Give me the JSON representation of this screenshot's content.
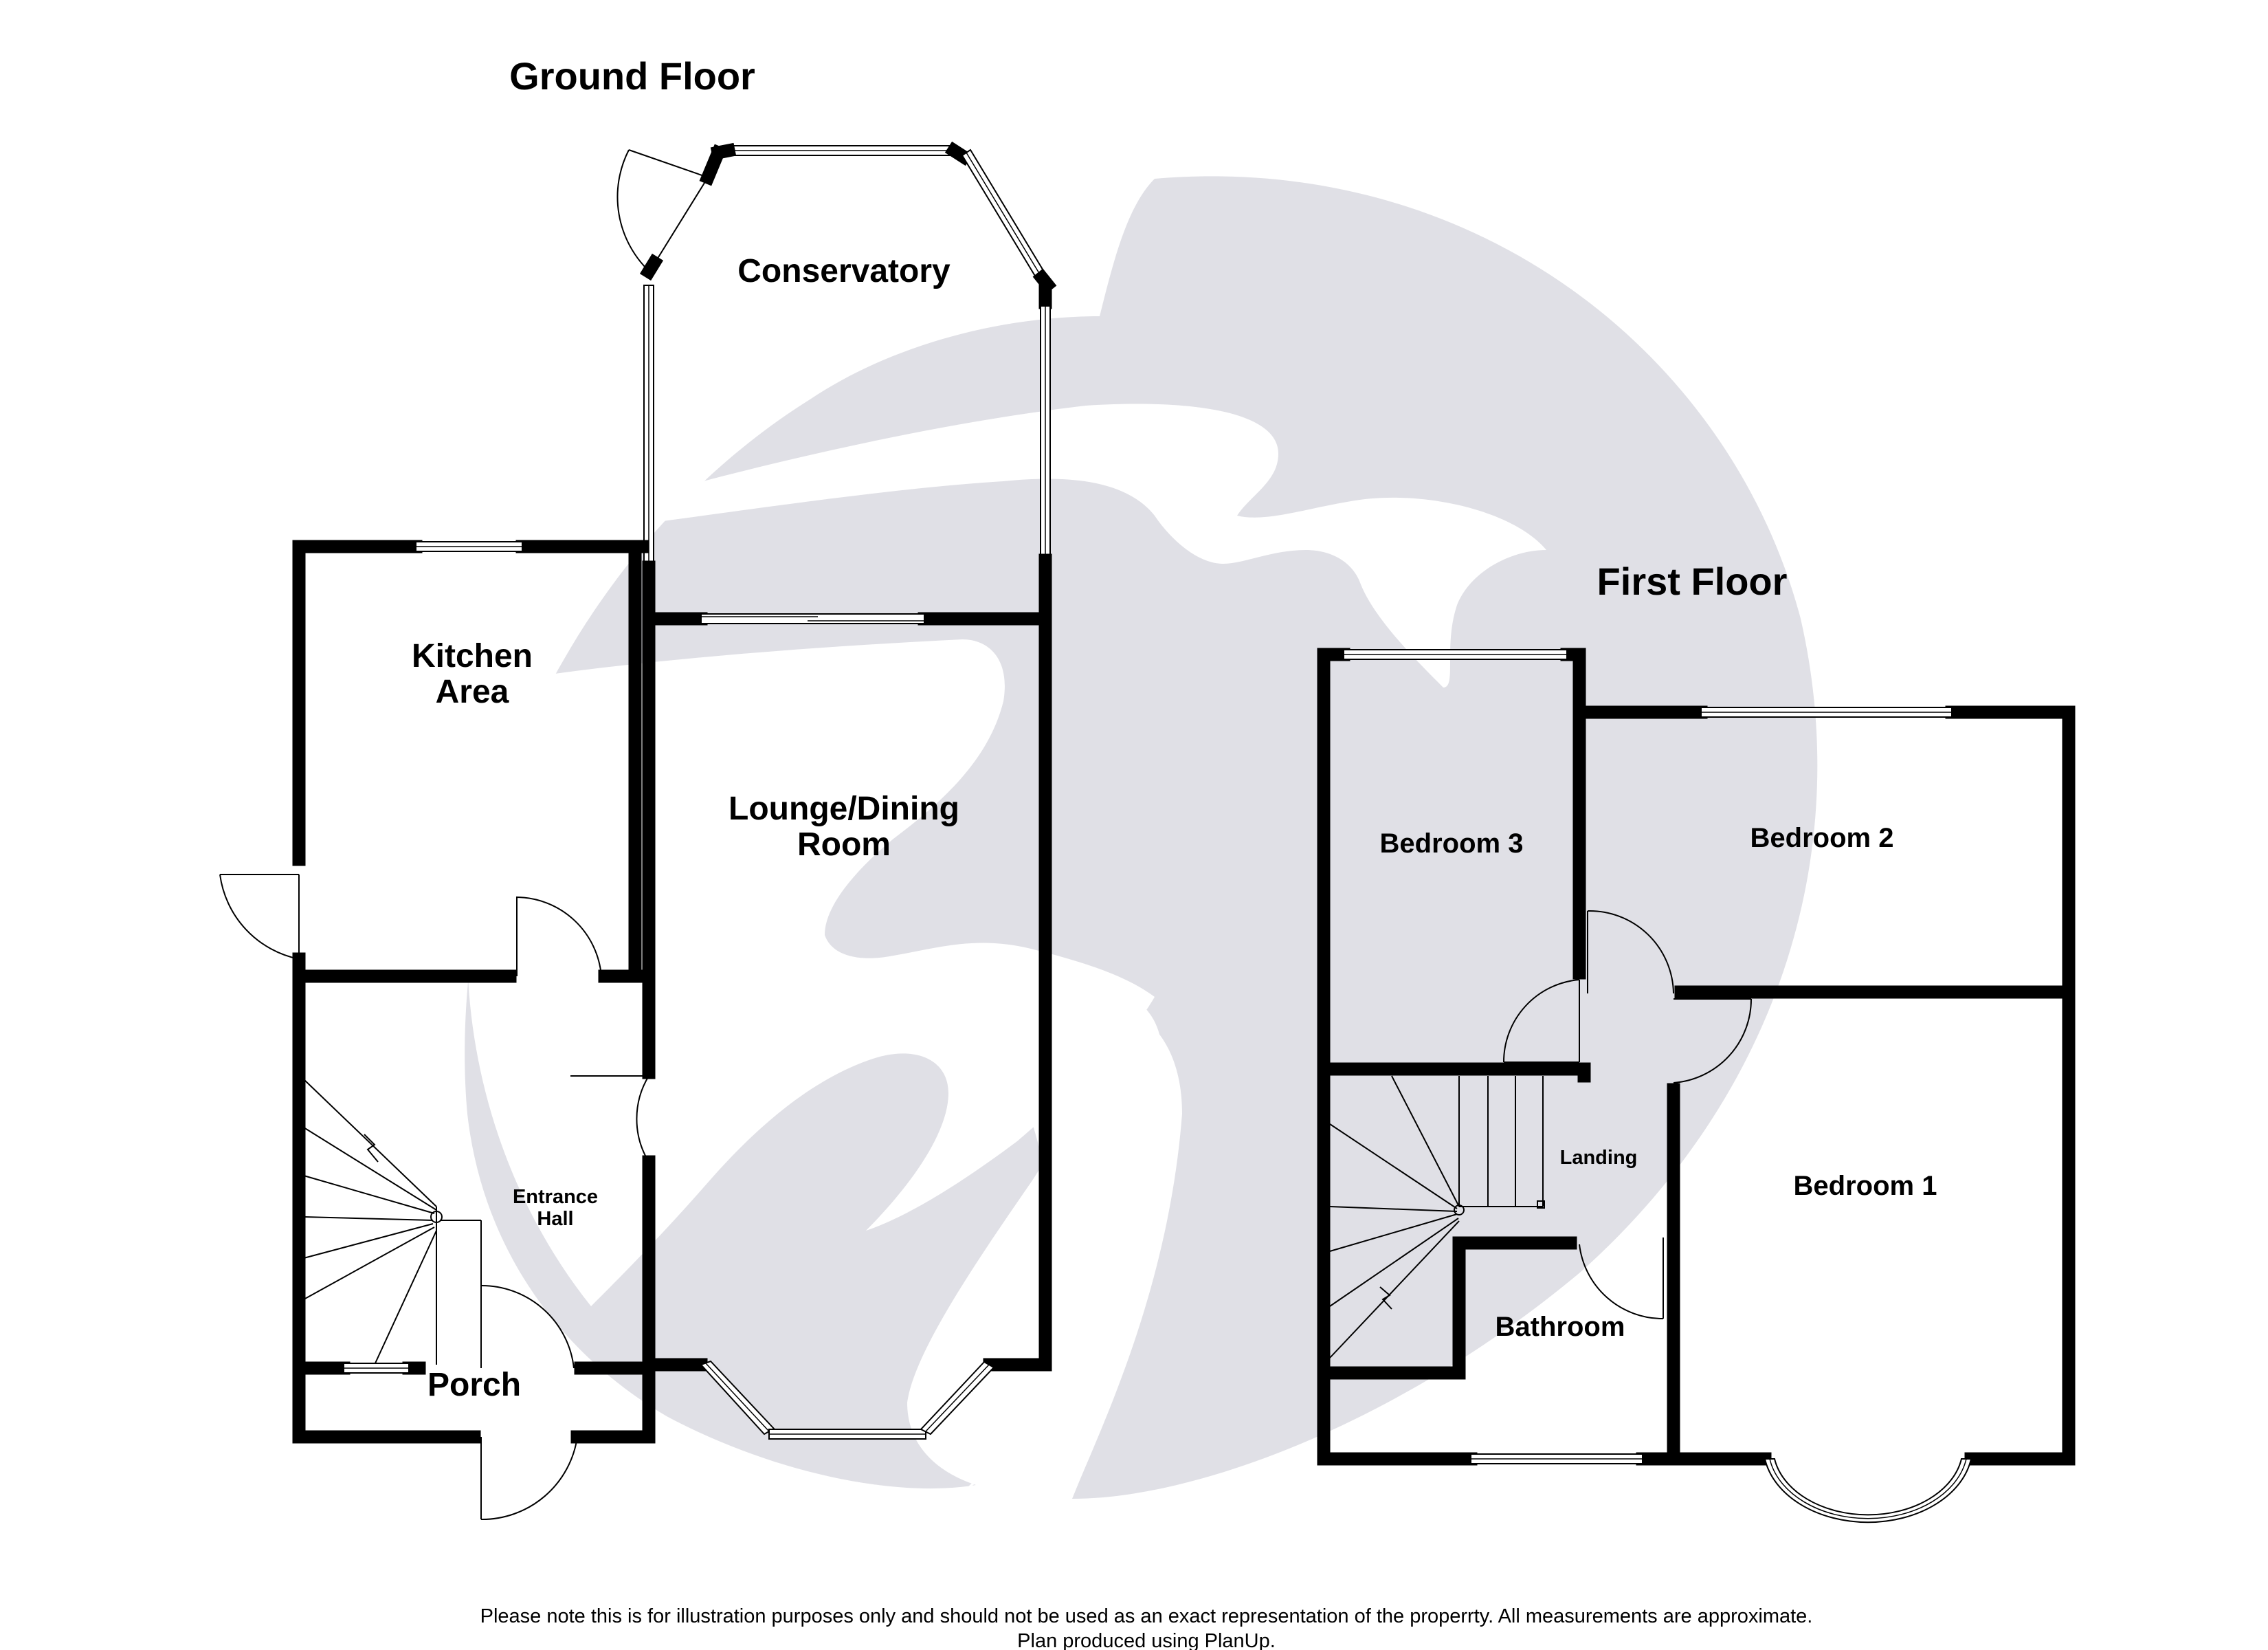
{
  "floors": {
    "ground": {
      "title": "Ground Floor",
      "rooms": {
        "conservatory": "Conservatory",
        "kitchen_line1": "Kitchen",
        "kitchen_line2": "Area",
        "lounge_line1": "Lounge/Dining",
        "lounge_line2": "Room",
        "entrance_line1": "Entrance",
        "entrance_line2": "Hall",
        "porch": "Porch"
      }
    },
    "first": {
      "title": "First Floor",
      "rooms": {
        "bedroom3": "Bedroom 3",
        "bedroom2": "Bedroom 2",
        "bedroom1": "Bedroom 1",
        "landing": "Landing",
        "bathroom": "Bathroom"
      }
    }
  },
  "footer": {
    "disclaimer": "Please note this is for illustration purposes only and should not be used as an exact representation of the properrty. All measurements are approximate.",
    "credit": "Plan produced using PlanUp."
  },
  "colors": {
    "walls": "#000000",
    "watermark": "#e0e0e6",
    "background": "#ffffff"
  }
}
